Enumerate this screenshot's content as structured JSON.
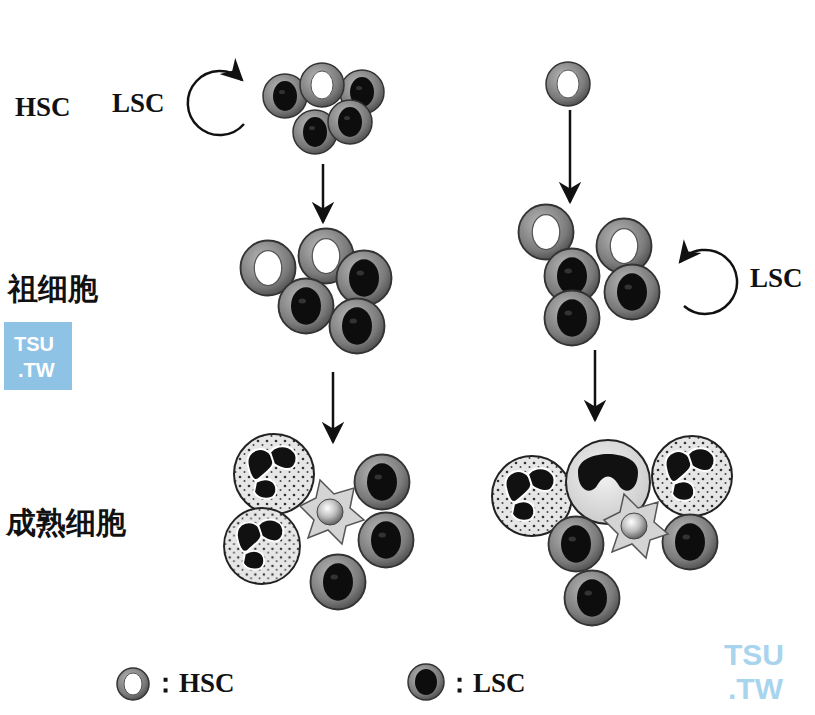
{
  "diagram": {
    "labels": [
      "HSC",
      "LSC",
      "祖细胞",
      "成熟细胞",
      "LSC",
      "TSU",
      ".TW",
      "TSU",
      ".TW"
    ],
    "legend": [
      {
        "text": "：HSC"
      },
      {
        "text": "：LSC"
      }
    ]
  }
}
